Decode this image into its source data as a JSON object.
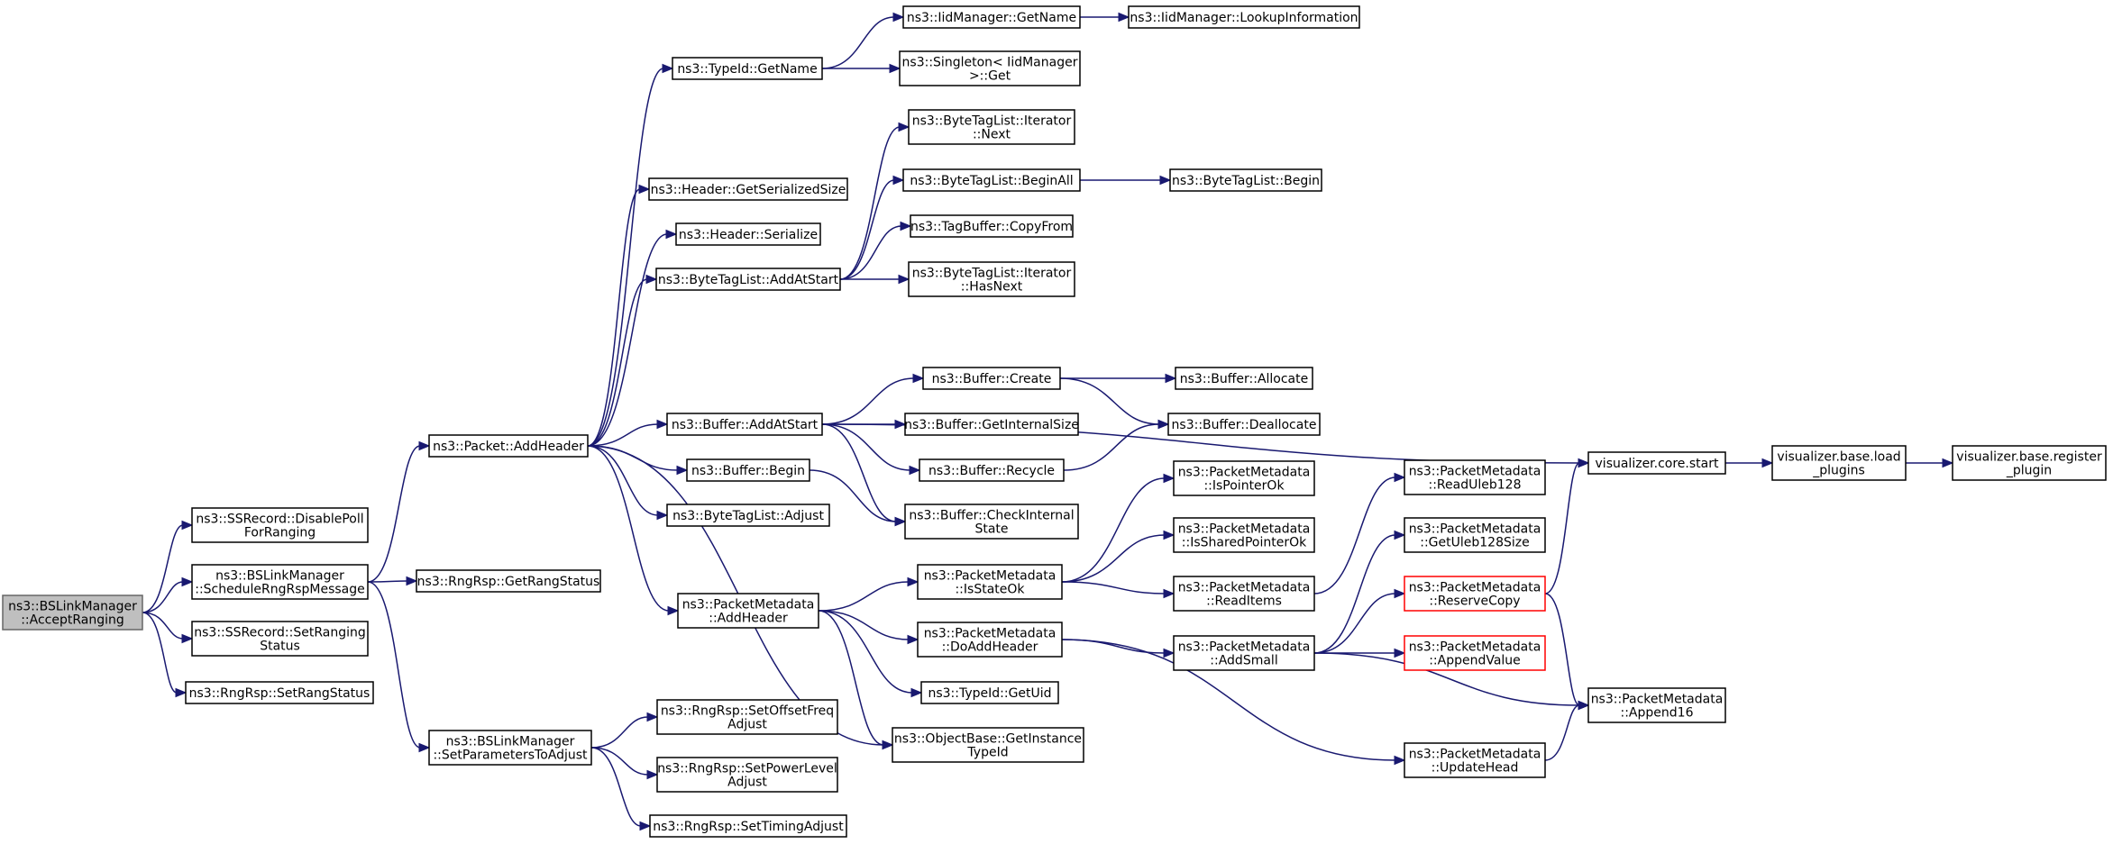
{
  "colors": {
    "edge": "#191970",
    "root_fill": "#bfbfbf",
    "root_stroke": "#666666",
    "red_stroke": "#ff0000",
    "node_stroke": "#000000"
  },
  "nodes": [
    {
      "id": "acceptranging",
      "lines": [
        "ns3::BSLinkManager",
        "::AcceptRanging"
      ],
      "style": "root"
    },
    {
      "id": "disablepoll",
      "lines": [
        "ns3::SSRecord::DisablePoll",
        "ForRanging"
      ]
    },
    {
      "id": "schedulerngrsp",
      "lines": [
        "ns3::BSLinkManager",
        "::ScheduleRngRspMessage"
      ]
    },
    {
      "id": "setrangingstatus",
      "lines": [
        "ns3::SSRecord::SetRanging",
        "Status"
      ]
    },
    {
      "id": "setrangstatus",
      "lines": [
        "ns3::RngRsp::SetRangStatus"
      ]
    },
    {
      "id": "packetaddheader",
      "lines": [
        "ns3::Packet::AddHeader"
      ]
    },
    {
      "id": "getrangstatus",
      "lines": [
        "ns3::RngRsp::GetRangStatus"
      ]
    },
    {
      "id": "setparamstoadjust",
      "lines": [
        "ns3::BSLinkManager",
        "::SetParametersToAdjust"
      ]
    },
    {
      "id": "typeidgetname",
      "lines": [
        "ns3::TypeId::GetName"
      ]
    },
    {
      "id": "headergetserializedsize",
      "lines": [
        "ns3::Header::GetSerializedSize"
      ]
    },
    {
      "id": "headerserialize",
      "lines": [
        "ns3::Header::Serialize"
      ]
    },
    {
      "id": "bytetaglistaddatstart",
      "lines": [
        "ns3::ByteTagList::AddAtStart"
      ]
    },
    {
      "id": "bufferaddatstart",
      "lines": [
        "ns3::Buffer::AddAtStart"
      ]
    },
    {
      "id": "bufferbegin",
      "lines": [
        "ns3::Buffer::Begin"
      ]
    },
    {
      "id": "bytetaglistadjust",
      "lines": [
        "ns3::ByteTagList::Adjust"
      ]
    },
    {
      "id": "pmaddheader",
      "lines": [
        "ns3::PacketMetadata",
        "::AddHeader"
      ]
    },
    {
      "id": "setoffsetfreq",
      "lines": [
        "ns3::RngRsp::SetOffsetFreq",
        "Adjust"
      ]
    },
    {
      "id": "setpowerlevel",
      "lines": [
        "ns3::RngRsp::SetPowerLevel",
        "Adjust"
      ]
    },
    {
      "id": "settimingadjust",
      "lines": [
        "ns3::RngRsp::SetTimingAdjust"
      ]
    },
    {
      "id": "iidgetname",
      "lines": [
        "ns3::IidManager::GetName"
      ]
    },
    {
      "id": "singletonget",
      "lines": [
        "ns3::Singleton< IidManager",
        ">::Get"
      ]
    },
    {
      "id": "iterator_next",
      "lines": [
        "ns3::ByteTagList::Iterator",
        "::Next"
      ]
    },
    {
      "id": "beginall",
      "lines": [
        "ns3::ByteTagList::BeginAll"
      ]
    },
    {
      "id": "tagbuffercopyfrom",
      "lines": [
        "ns3::TagBuffer::CopyFrom"
      ]
    },
    {
      "id": "iterator_hasnext",
      "lines": [
        "ns3::ByteTagList::Iterator",
        "::HasNext"
      ]
    },
    {
      "id": "buffercreate",
      "lines": [
        "ns3::Buffer::Create"
      ]
    },
    {
      "id": "buffergetinternalsize",
      "lines": [
        "ns3::Buffer::GetInternalSize"
      ]
    },
    {
      "id": "bufferrecycle",
      "lines": [
        "ns3::Buffer::Recycle"
      ]
    },
    {
      "id": "buffercheckinternal",
      "lines": [
        "ns3::Buffer::CheckInternal",
        "State"
      ]
    },
    {
      "id": "pmisstateok",
      "lines": [
        "ns3::PacketMetadata",
        "::IsStateOk"
      ]
    },
    {
      "id": "pmdoaddheader",
      "lines": [
        "ns3::PacketMetadata",
        "::DoAddHeader"
      ]
    },
    {
      "id": "typeidgetuid",
      "lines": [
        "ns3::TypeId::GetUid"
      ]
    },
    {
      "id": "objectbasegetinstancetypeid",
      "lines": [
        "ns3::ObjectBase::GetInstance",
        "TypeId"
      ]
    },
    {
      "id": "iidlookupinfo",
      "lines": [
        "ns3::IidManager::LookupInformation"
      ]
    },
    {
      "id": "bytetaglistbegin",
      "lines": [
        "ns3::ByteTagList::Begin"
      ]
    },
    {
      "id": "bufferallocate",
      "lines": [
        "ns3::Buffer::Allocate"
      ]
    },
    {
      "id": "bufferdeallocate",
      "lines": [
        "ns3::Buffer::Deallocate"
      ]
    },
    {
      "id": "pmispointerok",
      "lines": [
        "ns3::PacketMetadata",
        "::IsPointerOk"
      ]
    },
    {
      "id": "pmissharedpointerok",
      "lines": [
        "ns3::PacketMetadata",
        "::IsSharedPointerOk"
      ]
    },
    {
      "id": "pmreaditems",
      "lines": [
        "ns3::PacketMetadata",
        "::ReadItems"
      ]
    },
    {
      "id": "pmaddsmall",
      "lines": [
        "ns3::PacketMetadata",
        "::AddSmall"
      ]
    },
    {
      "id": "pmreaduleb128",
      "lines": [
        "ns3::PacketMetadata",
        "::ReadUleb128"
      ]
    },
    {
      "id": "pmgetuleb128size",
      "lines": [
        "ns3::PacketMetadata",
        "::GetUleb128Size"
      ]
    },
    {
      "id": "pmreservecopy",
      "lines": [
        "ns3::PacketMetadata",
        "::ReserveCopy"
      ],
      "style": "red"
    },
    {
      "id": "pmappendvalue",
      "lines": [
        "ns3::PacketMetadata",
        "::AppendValue"
      ],
      "style": "red"
    },
    {
      "id": "pmupdatehead",
      "lines": [
        "ns3::PacketMetadata",
        "::UpdateHead"
      ]
    },
    {
      "id": "vizcorestart",
      "lines": [
        "visualizer.core.start"
      ]
    },
    {
      "id": "pmappend16",
      "lines": [
        "ns3::PacketMetadata",
        "::Append16"
      ]
    },
    {
      "id": "vizloadplugins",
      "lines": [
        "visualizer.base.load",
        "_plugins"
      ]
    },
    {
      "id": "vizregisterplugin",
      "lines": [
        "visualizer.base.register",
        "_plugin"
      ]
    }
  ],
  "edges": [
    [
      "acceptranging",
      "disablepoll"
    ],
    [
      "acceptranging",
      "schedulerngrsp"
    ],
    [
      "acceptranging",
      "setrangingstatus"
    ],
    [
      "acceptranging",
      "setrangstatus"
    ],
    [
      "schedulerngrsp",
      "packetaddheader"
    ],
    [
      "schedulerngrsp",
      "getrangstatus"
    ],
    [
      "schedulerngrsp",
      "setparamstoadjust"
    ],
    [
      "packetaddheader",
      "typeidgetname"
    ],
    [
      "packetaddheader",
      "headergetserializedsize"
    ],
    [
      "packetaddheader",
      "headerserialize"
    ],
    [
      "packetaddheader",
      "bytetaglistaddatstart"
    ],
    [
      "packetaddheader",
      "bufferaddatstart"
    ],
    [
      "packetaddheader",
      "bufferbegin"
    ],
    [
      "packetaddheader",
      "bytetaglistadjust"
    ],
    [
      "packetaddheader",
      "pmaddheader"
    ],
    [
      "packetaddheader",
      "objectbasegetinstancetypeid"
    ],
    [
      "setparamstoadjust",
      "setoffsetfreq"
    ],
    [
      "setparamstoadjust",
      "setpowerlevel"
    ],
    [
      "setparamstoadjust",
      "settimingadjust"
    ],
    [
      "typeidgetname",
      "iidgetname"
    ],
    [
      "typeidgetname",
      "singletonget"
    ],
    [
      "iidgetname",
      "iidlookupinfo"
    ],
    [
      "bytetaglistaddatstart",
      "iterator_next"
    ],
    [
      "bytetaglistaddatstart",
      "beginall"
    ],
    [
      "bytetaglistaddatstart",
      "tagbuffercopyfrom"
    ],
    [
      "bytetaglistaddatstart",
      "iterator_hasnext"
    ],
    [
      "beginall",
      "bytetaglistbegin"
    ],
    [
      "bufferaddatstart",
      "vizcorestart"
    ],
    [
      "bufferaddatstart",
      "buffercreate"
    ],
    [
      "bufferaddatstart",
      "buffergetinternalsize"
    ],
    [
      "bufferaddatstart",
      "bufferrecycle"
    ],
    [
      "bufferaddatstart",
      "buffercheckinternal"
    ],
    [
      "buffercreate",
      "bufferallocate"
    ],
    [
      "buffercreate",
      "bufferdeallocate"
    ],
    [
      "bufferrecycle",
      "bufferdeallocate"
    ],
    [
      "bufferbegin",
      "buffercheckinternal"
    ],
    [
      "pmaddheader",
      "pmisstateok"
    ],
    [
      "pmaddheader",
      "pmdoaddheader"
    ],
    [
      "pmaddheader",
      "typeidgetuid"
    ],
    [
      "pmaddheader",
      "objectbasegetinstancetypeid"
    ],
    [
      "pmisstateok",
      "pmispointerok"
    ],
    [
      "pmisstateok",
      "pmissharedpointerok"
    ],
    [
      "pmisstateok",
      "pmreaditems"
    ],
    [
      "pmreaditems",
      "pmreaduleb128"
    ],
    [
      "pmdoaddheader",
      "pmaddsmall"
    ],
    [
      "pmdoaddheader",
      "pmupdatehead"
    ],
    [
      "pmaddsmall",
      "pmgetuleb128size"
    ],
    [
      "pmaddsmall",
      "pmreservecopy"
    ],
    [
      "pmaddsmall",
      "pmappendvalue"
    ],
    [
      "pmaddsmall",
      "pmappend16"
    ],
    [
      "pmreservecopy",
      "vizcorestart"
    ],
    [
      "pmreservecopy",
      "pmappend16"
    ],
    [
      "pmupdatehead",
      "pmappend16"
    ],
    [
      "vizcorestart",
      "vizloadplugins"
    ],
    [
      "vizloadplugins",
      "vizregisterplugin"
    ]
  ]
}
